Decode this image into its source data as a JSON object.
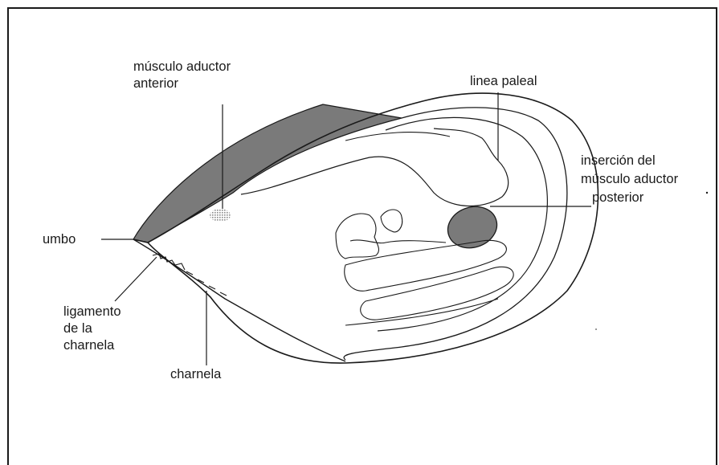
{
  "labels": {
    "musculo_aductor_anterior": [
      "músculo aductor",
      "anterior"
    ],
    "linea_paleal": "linea paleal",
    "insercion": [
      "inserción del",
      "músculo aductor",
      "posterior"
    ],
    "umbo": "umbo",
    "ligamento": [
      "ligamento",
      "de la",
      "charnela"
    ],
    "charnela": "charnela"
  },
  "colors": {
    "line": "#1a1a1a",
    "shade": "#777777",
    "stipple": "#999999"
  }
}
